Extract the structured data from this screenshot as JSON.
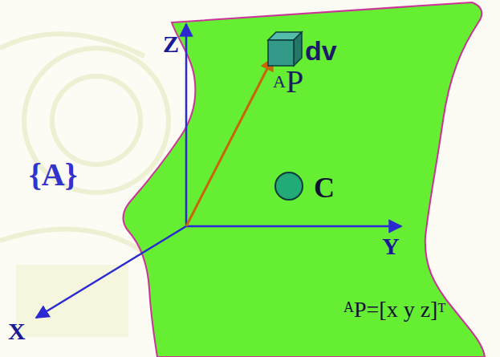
{
  "diagram": {
    "labels": [
      "Z",
      "A",
      "P",
      "dv",
      "{A}",
      "C",
      "Y",
      "X",
      "A",
      "P=[x y z]",
      "T"
    ]
  }
}
